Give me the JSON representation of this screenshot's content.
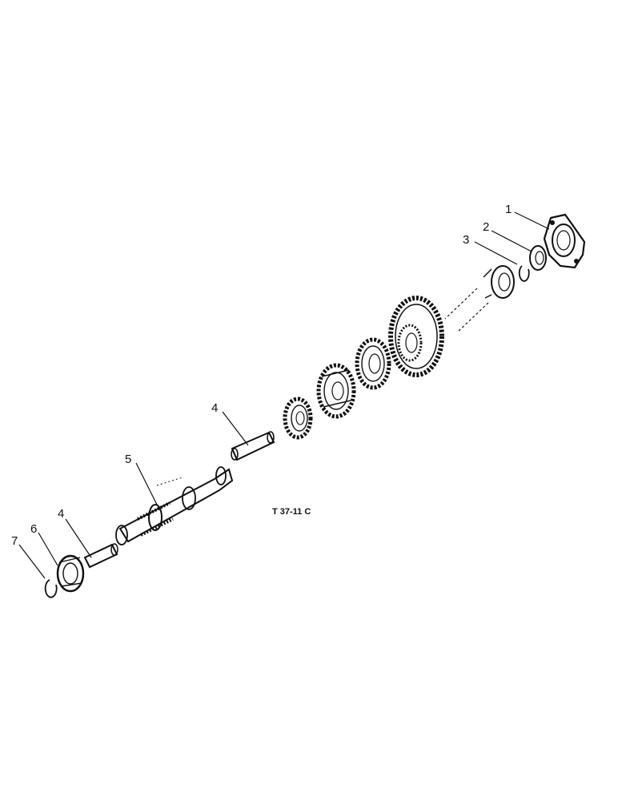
{
  "figure_ref": "T 37-11 C",
  "callouts": [
    {
      "id": "c1",
      "label": "1"
    },
    {
      "id": "c2",
      "label": "2"
    },
    {
      "id": "c3",
      "label": "3"
    },
    {
      "id": "c4a",
      "label": "4"
    },
    {
      "id": "c5",
      "label": "5"
    },
    {
      "id": "c4b",
      "label": "4"
    },
    {
      "id": "c6",
      "label": "6"
    },
    {
      "id": "c7",
      "label": "7"
    }
  ]
}
